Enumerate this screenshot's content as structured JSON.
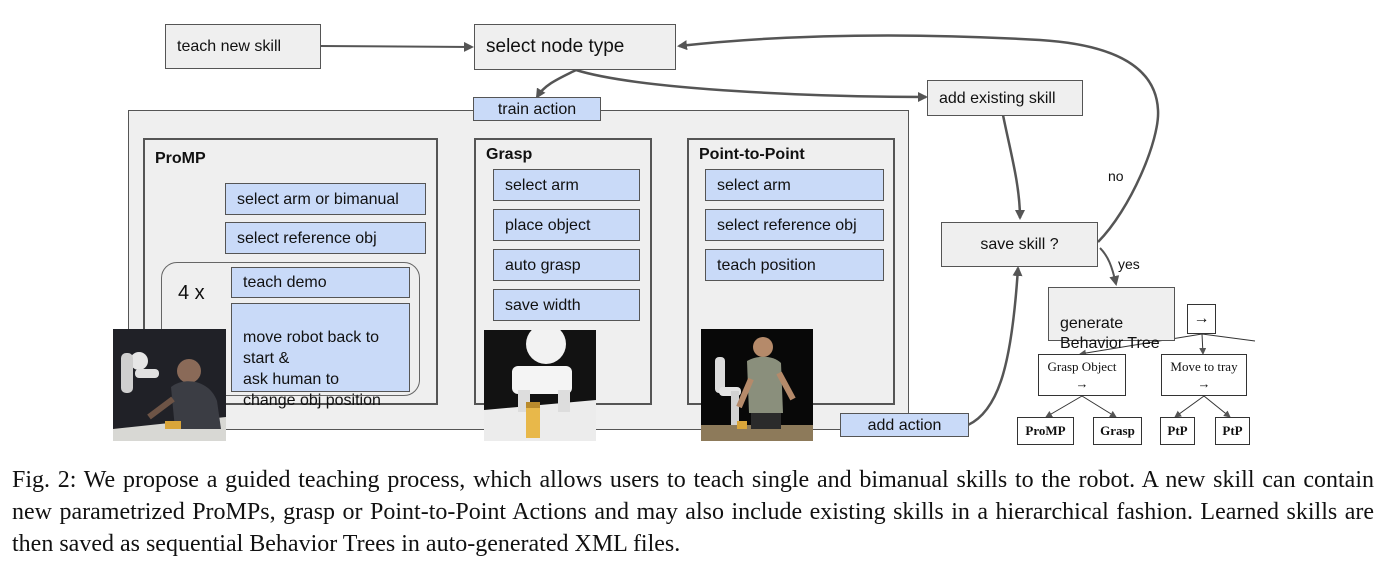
{
  "flow": {
    "teach_new_skill": "teach new skill",
    "select_node_type": "select node type",
    "train_action": "train action",
    "add_existing_skill": "add existing skill",
    "save_skill": "save skill ?",
    "no_label": "no",
    "yes_label": "yes",
    "generate_bt": "generate\nBehavior Tree",
    "add_action": "add action"
  },
  "promp": {
    "title": "ProMP",
    "steps": [
      "select arm or bimanual",
      "select reference obj"
    ],
    "repeat_label": "4 x",
    "loop_steps": [
      "teach demo",
      "move robot back to\nstart &\nask human to\nchange obj position"
    ]
  },
  "grasp": {
    "title": "Grasp",
    "steps": [
      "select arm",
      "place object",
      "auto grasp",
      "save width"
    ]
  },
  "ptp": {
    "title": "Point-to-Point",
    "steps": [
      "select arm",
      "select reference obj",
      "teach position"
    ]
  },
  "tree": {
    "root": "→",
    "nodes": [
      {
        "label": "Grasp Object",
        "symbol": "→"
      },
      {
        "label": "Move to tray",
        "symbol": "→"
      }
    ],
    "leaves": [
      "ProMP",
      "Grasp",
      "PtP",
      "PtP"
    ]
  },
  "caption": "Fig. 2: We propose a guided teaching process, which allows users to teach single and bimanual skills to the robot. A new skill can contain new parametrized ProMPs, grasp or Point-to-Point Actions and may also include existing skills in a hierarchical fashion. Learned skills are then saved as sequential Behavior Trees in auto-generated XML files.",
  "colors": {
    "gray_box": "#efefef",
    "blue_box": "#c9daf8",
    "stroke": "#555555"
  }
}
